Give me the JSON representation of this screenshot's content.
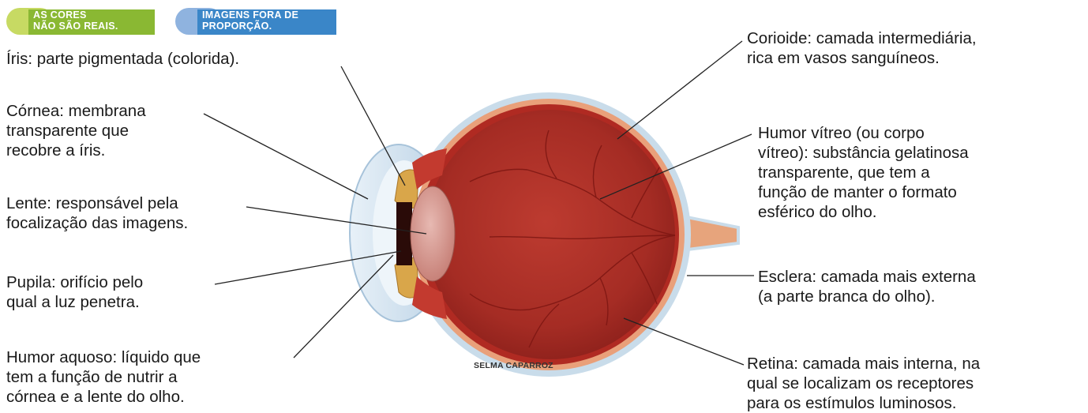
{
  "badges": {
    "colors": "AS CORES\nNÃO SÃO REAIS.",
    "proportion": "IMAGENS FORA DE\nPROPORÇÃO."
  },
  "labels": {
    "iris": "Íris: parte pigmentada (colorida).",
    "cornea": "Córnea: membrana\ntransparente que\nrecobre a íris.",
    "lens": "Lente: responsável pela\nfocalização das imagens.",
    "pupil": "Pupila: orifício pelo\nqual a luz penetra.",
    "aqueous": "Humor aquoso: líquido que\ntem a função de nutrir a\ncórnea e a lente do olho.",
    "choroid": "Corioide: camada intermediária,\nrica em vasos sanguíneos.",
    "vitreous": "Humor vítreo (ou corpo\nvítreo): substância gelatinosa\ntransparente, que tem a\nfunção de manter o formato\nesférico do olho.",
    "sclera": "Esclera: camada mais externa\n(a parte branca do olho).",
    "retina": "Retina: camada mais interna, na\nqual se localizam os receptores\npara os estímulos luminosos."
  },
  "credit": "SELMA CAPARROZ",
  "colors": {
    "badge_green": "#8ab833",
    "badge_blue": "#3a86c8",
    "sclera": "#c9dcea",
    "choroid": "#e9a07a",
    "retina": "#b02a22",
    "vitreous": "#a8322a",
    "iris": "#d9a64a"
  }
}
